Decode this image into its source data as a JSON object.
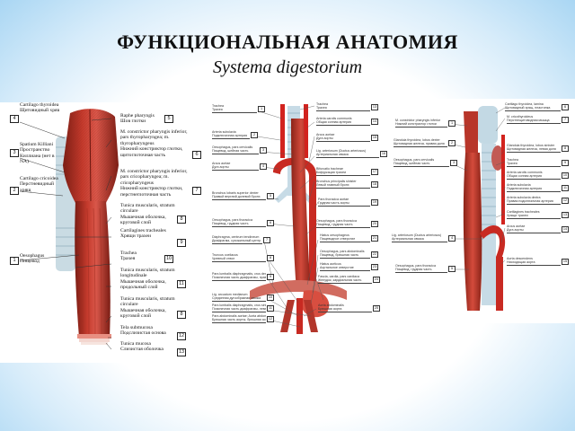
{
  "slide": {
    "title": "ФУНКЦИОНАЛЬНАЯ АНАТОМИЯ",
    "subtitle": "Systema digestorium"
  },
  "colors": {
    "muscle": "#c0392b",
    "muscle_dark": "#8e2418",
    "muscle_light": "#e8776a",
    "cartilage": "#b9d7e6",
    "vessel_red": "#d2231e",
    "vessel_blue": "#5b8fc4",
    "background_edge": "#a9d6f3"
  },
  "panel1": {
    "left_labels": [
      {
        "num": "4",
        "la": "Cartilago thyroidea",
        "ru": "Щитовидный хрящ"
      },
      {
        "num": "3",
        "la": "Spatium Killiani",
        "ru": "Пространство Киллиана (нет в NA)"
      },
      {
        "num": "2",
        "la": "Cartilago cricoidea",
        "ru": "Перстневидный хрящ"
      },
      {
        "num": "1",
        "la": "Oesophagus",
        "ru": "Пищевод"
      }
    ],
    "right_labels": [
      {
        "num": "5",
        "la": "Raphe pharyngis",
        "ru": "Шов глотки"
      },
      {
        "num": "6",
        "la": "M. constrictor pharyngis inferior, pars thyropharyngea; m. thyropharyngeus",
        "ru": "Нижний констриктор глотки, щитоглоточная часть"
      },
      {
        "num": "7",
        "la": "M. constrictor pharyngis inferior, pars cricopharyngea; m. cricopharyngeus",
        "ru": "Нижний констриктор глотки, перстнеглоточная часть"
      },
      {
        "num": "8",
        "la": "Tunica muscularis, stratum circulare",
        "ru": "Мышечная оболочка, круговой слой"
      },
      {
        "num": "9",
        "la": "Cartilagines tracheales",
        "ru": "Хрящи трахеи"
      },
      {
        "num": "10",
        "la": "Trachea",
        "ru": "Трахея"
      },
      {
        "num": "11",
        "la": "Tunica muscularis, stratum longitudinale",
        "ru": "Мышечная оболочка, продольный слой"
      },
      {
        "num": "8",
        "la": "Tunica muscularis, stratum circulare",
        "ru": "Мышечная оболочка, круговой слой"
      },
      {
        "num": "12",
        "la": "Tela submucosa",
        "ru": "Подслизистая основа"
      },
      {
        "num": "13",
        "la": "Tunica mucosa",
        "ru": "Слизистая оболочка"
      }
    ]
  },
  "panel2": {
    "left_labels": [
      {
        "num": "1",
        "a": "Trachea",
        "b": "Трахея"
      },
      {
        "num": "2",
        "a": "Arteria subclavia",
        "b": "Подключичная артерия"
      },
      {
        "num": "3",
        "a": "Oesophagus, pars cervicalis",
        "b": "Пищевод, шейная часть"
      },
      {
        "num": "4",
        "a": "Arcus aortae",
        "b": "Дуга аорты"
      },
      {
        "num": "5",
        "a": "Bronchus lobaris superior dexter",
        "b": "Правый верхний долевой бронх"
      },
      {
        "num": "6",
        "a": "Oesophagus, pars thoracica",
        "b": "Пищевод, грудная часть"
      },
      {
        "num": "7",
        "a": "Diaphragma, centrum tendineum",
        "b": "Диафрагма, сухожильный центр"
      },
      {
        "num": "8",
        "a": "Truncus coeliacus",
        "b": "Чревный ствол"
      },
      {
        "num": "9",
        "a": "Pars lumbalis diaphragmatis, crus dextrum",
        "b": "Поясничная часть диафрагмы, правая ножка"
      },
      {
        "num": "10",
        "a": "Lig. arcuatum medianum",
        "b": "Срединная дугообразная связка"
      },
      {
        "num": "11",
        "a": "Pars lumbalis diaphragmatis, crus sinistrum",
        "b": "Поясничная часть диафрагмы, левая ножка"
      },
      {
        "num": "12",
        "a": "Pars abdominalis aortae; Aorta abdominalis",
        "b": "Брюшная часть аорты; брюшная аорта"
      }
    ],
    "right_labels": [
      {
        "num": "13",
        "a": "Trachea",
        "b": "Трахея"
      },
      {
        "num": "14",
        "a": "Arteria carotis communis",
        "b": "Общая сонная артерия"
      },
      {
        "num": "15",
        "a": "Arcus aortae",
        "b": "Дуга аорты"
      },
      {
        "num": "16",
        "a": "Lig. arteriosum (Ductus arteriosus)",
        "b": "Артериальная связка"
      },
      {
        "num": "17",
        "a": "Bifurcatio tracheae",
        "b": "Бифуркация трахеи"
      },
      {
        "num": "18",
        "a": "Bronchus principalis sinister",
        "b": "Левый главный бронх"
      },
      {
        "num": "19",
        "a": "Pars thoracica aortae",
        "b": "Грудная часть аорты"
      },
      {
        "num": "20",
        "a": "Oesophagus, pars thoracica",
        "b": "Пищевод, грудная часть"
      },
      {
        "num": "21",
        "a": "Hiatus oesophageus",
        "b": "Пищеводное отверстие"
      },
      {
        "num": "22",
        "a": "Oesophagus, pars abdominalis",
        "b": "Пищевод, брюшная часть"
      },
      {
        "num": "23",
        "a": "Hiatus aorticus",
        "b": "Аортальное отверстие"
      },
      {
        "num": "24",
        "a": "Fascia, cardia, pars cardiaca",
        "b": "Желудок, кардиальная часть"
      },
      {
        "num": "25",
        "a": "Aorta abdominalis",
        "b": "Брюшная аорта"
      }
    ]
  },
  "panel3": {
    "left_labels": [
      {
        "num": "1",
        "a": "M. constrictor pharyngis inferior",
        "b": "Нижний констриктор глотки"
      },
      {
        "num": "2",
        "a": "Glandula thyroidea, lobus dexter",
        "b": "Щитовидная железа, правая доля"
      },
      {
        "num": "3",
        "a": "Oesophagus, pars cervicalis",
        "b": "Пищевод, шейная часть"
      },
      {
        "num": "4",
        "a": "Lig. arteriosum (Ductus arteriosus)",
        "b": "Артериальная связка"
      },
      {
        "num": "5",
        "a": "Oesophagus, pars thoracica",
        "b": "Пищевод, грудная часть"
      }
    ],
    "right_labels": [
      {
        "num": "6",
        "a": "Cartilago thyroidea, lamina",
        "b": "Щитовидный хрящ, пластинка"
      },
      {
        "num": "7",
        "a": "M. cricothyroideus",
        "b": "Перстнещитовидная мышца"
      },
      {
        "num": "8",
        "a": "Glandula thyroidea, lobus sinister",
        "b": "Щитовидная железа, левая доля"
      },
      {
        "num": "9",
        "a": "Trachea",
        "b": "Трахея"
      },
      {
        "num": "10",
        "a": "Arteria carotis communis",
        "b": "Общая сонная артерия"
      },
      {
        "num": "11",
        "a": "Arteria subclavia",
        "b": "Подключичная артерия"
      },
      {
        "num": "12",
        "a": "Arteria subclavia dextra",
        "b": "Правая подключичная артерия"
      },
      {
        "num": "13",
        "a": "Cartilagines tracheales",
        "b": "Хрящи трахеи"
      },
      {
        "num": "14",
        "a": "Arcus aortae",
        "b": "Дуга аорты"
      },
      {
        "num": "15",
        "a": "Aorta descendens",
        "b": "Нисходящая аорта"
      }
    ]
  }
}
